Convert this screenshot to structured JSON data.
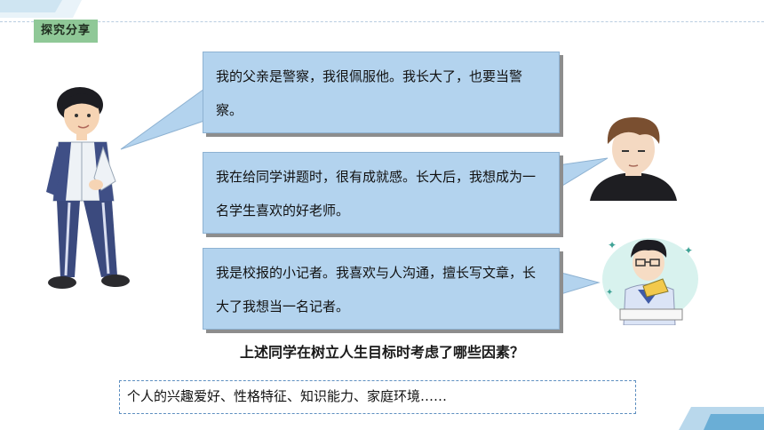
{
  "section": {
    "badge": "探究分享"
  },
  "speech": {
    "father_police": "我的父亲是警察，我很佩服他。我长大了，也要当警察。",
    "teacher": "我在给同学讲题时，很有成就感。长大后，我想成为一名学生喜欢的好老师。",
    "reporter": "我是校报的小记者。我喜欢与人沟通，擅长写文章，长大了我想当一名记者。"
  },
  "question": "上述同学在树立人生目标时考虑了哪些因素？",
  "answer": "个人的兴趣爱好、性格特征、知识能力、家庭环境……",
  "colors": {
    "bubble": "#b3d3ee",
    "badge": "#8fc897",
    "answer_border": "#5e8fc0",
    "corner": "#6aaed6"
  }
}
